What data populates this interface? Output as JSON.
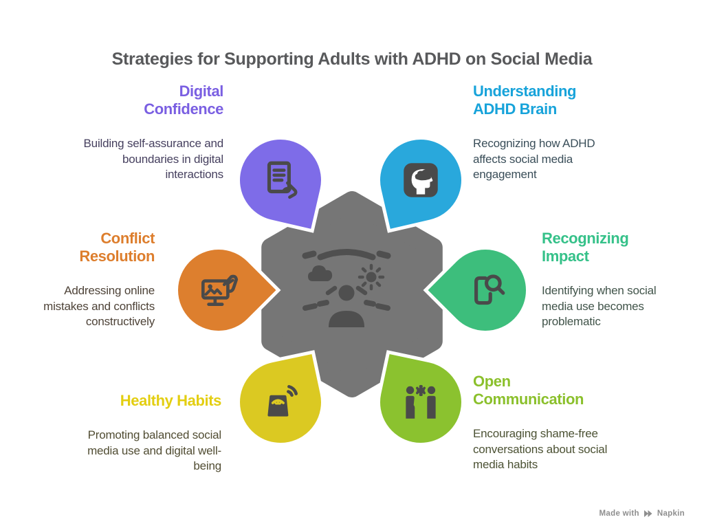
{
  "title": "Strategies for Supporting Adults with ADHD on Social Media",
  "title_color": "#58595b",
  "icon_color": "#4a4a4a",
  "center": {
    "icon": "mind-icon",
    "blob_color": "#767676",
    "icon_color": "#4f4f4f"
  },
  "nodes": [
    {
      "id": "digital-confidence",
      "heading_lines": [
        "Digital",
        "Confidence"
      ],
      "description": "Building self-assurance and boundaries in digital interactions",
      "accent_color": "#7a5fe2",
      "bubble_color": "#7e6ce8",
      "desc_color": "#46405f",
      "icon": "tablet-pen-icon"
    },
    {
      "id": "understanding-adhd-brain",
      "heading_lines": [
        "Understanding",
        "ADHD Brain"
      ],
      "description": "Recognizing how ADHD affects social media engagement",
      "accent_color": "#17a3da",
      "bubble_color": "#29a8dc",
      "desc_color": "#3a4e59",
      "icon": "head-brain-icon"
    },
    {
      "id": "conflict-resolution",
      "heading_lines": [
        "Conflict",
        "Resolution"
      ],
      "description": "Addressing online mistakes and conflicts constructively",
      "accent_color": "#dd7e2d",
      "bubble_color": "#dd7f2e",
      "desc_color": "#4e4338",
      "icon": "monitor-hand-icon"
    },
    {
      "id": "recognizing-impact",
      "heading_lines": [
        "Recognizing",
        "Impact"
      ],
      "description": "Identifying when social media use becomes problematic",
      "accent_color": "#35c189",
      "bubble_color": "#3dbe7c",
      "desc_color": "#41544a",
      "icon": "phone-search-icon"
    },
    {
      "id": "healthy-habits",
      "heading_lines": [
        "Healthy Habits"
      ],
      "description": "Promoting balanced social media use and digital well-being",
      "accent_color": "#e3ce11",
      "bubble_color": "#dbc922",
      "desc_color": "#514d33",
      "icon": "scale-wifi-icon"
    },
    {
      "id": "open-communication",
      "heading_lines": [
        "Open",
        "Communication"
      ],
      "description": "Encouraging shame-free conversations about social media habits",
      "accent_color": "#8bc02c",
      "bubble_color": "#8bc22f",
      "desc_color": "#4c5234",
      "icon": "people-talking-icon"
    }
  ],
  "footer": {
    "made_with": "Made with",
    "brand": "Napkin",
    "color": "#8e8e8e"
  }
}
